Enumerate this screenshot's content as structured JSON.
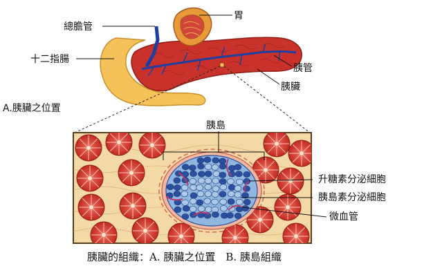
{
  "labels": {
    "stomach": "胃",
    "bile_duct": "總膽管",
    "duodenum": "十二指腸",
    "pancreatic_duct": "胰管",
    "pancreas": "胰臟",
    "panel_a": "A.胰臟之位置",
    "islet": "胰島",
    "alpha_cells": "升糖素分泌細胞",
    "beta_cells": "胰島素分泌細胞",
    "capillary": "微血管"
  },
  "caption": "胰臟的組織：A. 胰臟之位置　B. 胰島組織",
  "colors": {
    "pancreas_red": "#c8322a",
    "duodenum_yellow": "#f5c25a",
    "acinus_red": "#d8342c",
    "tissue_bg": "#f3d9a6",
    "islet_blue_light": "#8fb7e0",
    "islet_blue_dark": "#2a4f9e",
    "duct_blue": "#1d3fa0"
  }
}
